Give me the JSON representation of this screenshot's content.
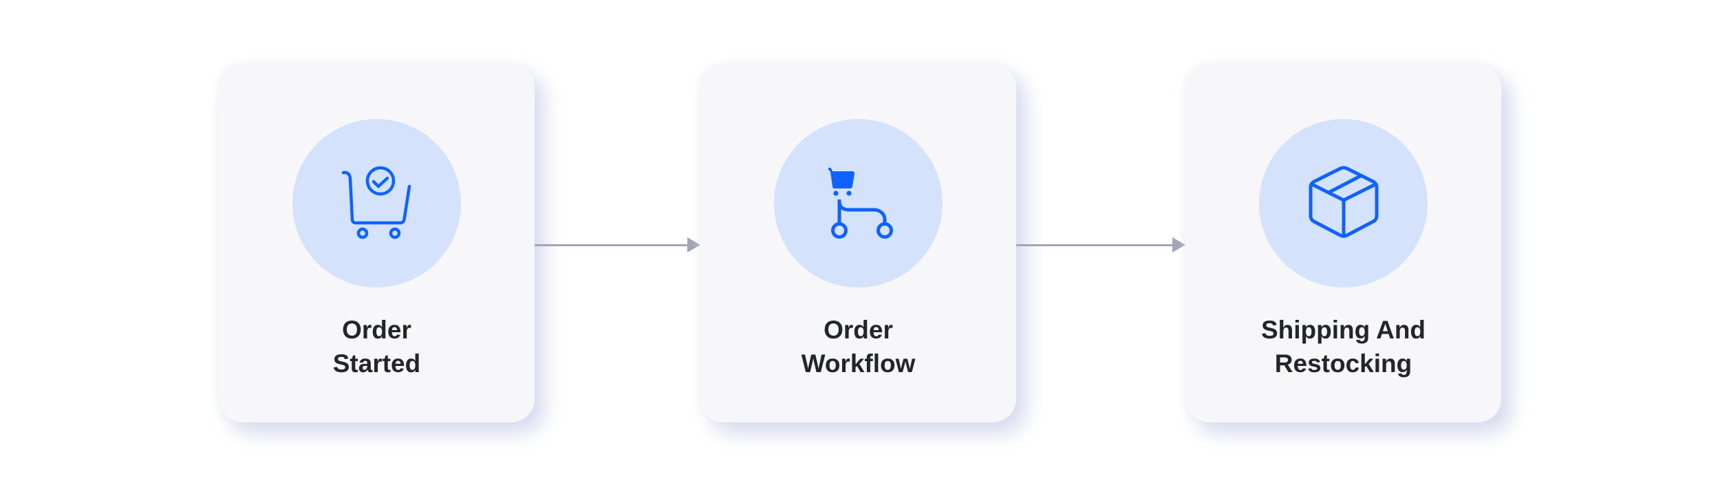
{
  "diagram": {
    "type": "process-flow",
    "direction": "left-to-right",
    "colors": {
      "icon": "#0f62fe",
      "icon_circle": "#d4e2fb",
      "card_background": "#f7f7fa",
      "arrow": "#a3a5b4",
      "label_text": "#23252b"
    },
    "steps": [
      {
        "icon": "cart-check-icon",
        "label_line1": "Order",
        "label_line2": "Started"
      },
      {
        "icon": "cart-workflow-icon",
        "label_line1": "Order",
        "label_line2": "Workflow"
      },
      {
        "icon": "box-package-icon",
        "label_line1": "Shipping And",
        "label_line2": "Restocking"
      }
    ],
    "connectors": [
      {
        "from": 0,
        "to": 1,
        "style": "arrow"
      },
      {
        "from": 1,
        "to": 2,
        "style": "arrow"
      }
    ]
  }
}
